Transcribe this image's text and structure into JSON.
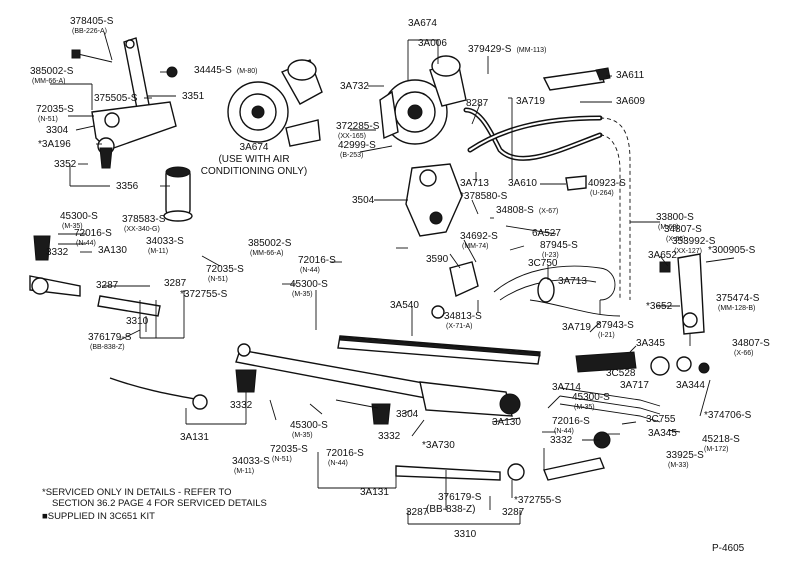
{
  "callouts": [
    {
      "id": "c1",
      "part": "378405-S",
      "spec": "(BB-226-A)"
    },
    {
      "id": "c2",
      "part": "3A674",
      "spec": ""
    },
    {
      "id": "c3",
      "part": "3A006",
      "spec": ""
    },
    {
      "id": "c4",
      "part": "379429-S",
      "spec": "(MM-113)"
    },
    {
      "id": "c5",
      "part": "34445-S",
      "spec": "(M-80)"
    },
    {
      "id": "c6",
      "part": "385002-S",
      "spec": "(MM-66-A)"
    },
    {
      "id": "c7",
      "part": "375505-S",
      "spec": ""
    },
    {
      "id": "c8",
      "part": "3351",
      "spec": ""
    },
    {
      "id": "c9",
      "part": "3A732",
      "spec": ""
    },
    {
      "id": "c10",
      "part": "8287",
      "spec": ""
    },
    {
      "id": "c11",
      "part": "3A719",
      "spec": ""
    },
    {
      "id": "c12",
      "part": "3A611",
      "spec": ""
    },
    {
      "id": "c13",
      "part": "3A609",
      "spec": ""
    },
    {
      "id": "c14",
      "part": "72035-S",
      "spec": "(N-51)"
    },
    {
      "id": "c15",
      "part": "3304",
      "spec": ""
    },
    {
      "id": "c16",
      "part": "*3A196",
      "spec": ""
    },
    {
      "id": "c17",
      "part": "372285-S",
      "spec": "(XX-165)"
    },
    {
      "id": "c18",
      "part": "42999-S",
      "spec": "(B-253)"
    },
    {
      "id": "c19",
      "part": "3352",
      "spec": ""
    },
    {
      "id": "c20",
      "part": "3356",
      "spec": ""
    },
    {
      "id": "c21",
      "part": "3A713",
      "spec": ""
    },
    {
      "id": "c22",
      "part": "3A610",
      "spec": ""
    },
    {
      "id": "c23",
      "part": "40923-S",
      "spec": "(U-264)"
    },
    {
      "id": "c24",
      "part": "3504",
      "spec": ""
    },
    {
      "id": "c25",
      "part": "*378580-S",
      "spec": ""
    },
    {
      "id": "c26",
      "part": "34808-S",
      "spec": "(X-67)"
    },
    {
      "id": "c27",
      "part": "45300-S",
      "spec": "(M-35)"
    },
    {
      "id": "c28",
      "part": "72016-S",
      "spec": "(N-44)"
    },
    {
      "id": "c29",
      "part": "378583-S",
      "spec": "(XX-340-G)"
    },
    {
      "id": "c30",
      "part": "34033-S",
      "spec": "(M-11)"
    },
    {
      "id": "c31",
      "part": "3332",
      "spec": ""
    },
    {
      "id": "c32",
      "part": "3A130",
      "spec": ""
    },
    {
      "id": "c33",
      "part": "6A527",
      "spec": ""
    },
    {
      "id": "c34",
      "part": "33800-S",
      "spec": "(M-63)"
    },
    {
      "id": "c35",
      "part": "34807-S",
      "spec": "(X-66)"
    },
    {
      "id": "c36",
      "part": "353992-S",
      "spec": "(XX-127)"
    },
    {
      "id": "c37",
      "part": "*300905-S",
      "spec": ""
    },
    {
      "id": "c38",
      "part": "385002-S",
      "spec": "(MM-66-A)"
    },
    {
      "id": "c39",
      "part": "34692-S",
      "spec": "(MM-74)"
    },
    {
      "id": "c40",
      "part": "87945-S",
      "spec": "(I-23)"
    },
    {
      "id": "c41",
      "part": "3A652",
      "spec": ""
    },
    {
      "id": "c42",
      "part": "72035-S",
      "spec": "(N-51)"
    },
    {
      "id": "c43",
      "part": "72016-S",
      "spec": "(N-44)"
    },
    {
      "id": "c44",
      "part": "3590",
      "spec": ""
    },
    {
      "id": "c45",
      "part": "3C750",
      "spec": ""
    },
    {
      "id": "c46",
      "part": "3287",
      "spec": ""
    },
    {
      "id": "c47",
      "part": "3287",
      "spec": ""
    },
    {
      "id": "c48",
      "part": "*372755-S",
      "spec": ""
    },
    {
      "id": "c49",
      "part": "3310",
      "spec": ""
    },
    {
      "id": "c50",
      "part": "45300-S",
      "spec": "(M-35)"
    },
    {
      "id": "c51",
      "part": "3A540",
      "spec": ""
    },
    {
      "id": "c52",
      "part": "34813-S",
      "spec": "(X-71-A)"
    },
    {
      "id": "c53",
      "part": "87943-S",
      "spec": "(I-21)"
    },
    {
      "id": "c54",
      "part": "3A719",
      "spec": ""
    },
    {
      "id": "c55",
      "part": "3A713",
      "spec": ""
    },
    {
      "id": "c56",
      "part": "375474-S",
      "spec": "(MM-128-B)"
    },
    {
      "id": "c57",
      "part": "*3652",
      "spec": ""
    },
    {
      "id": "c58",
      "part": "376179-S",
      "spec": "(BB-838-Z)"
    },
    {
      "id": "c59",
      "part": "3A345",
      "spec": ""
    },
    {
      "id": "c60",
      "part": "34807-S",
      "spec": "(X-66)"
    },
    {
      "id": "c61",
      "part": "3C528",
      "spec": ""
    },
    {
      "id": "c62",
      "part": "3A717",
      "spec": ""
    },
    {
      "id": "c63",
      "part": "3A344",
      "spec": ""
    },
    {
      "id": "c64",
      "part": "3A714",
      "spec": ""
    },
    {
      "id": "c65",
      "part": "3332",
      "spec": ""
    },
    {
      "id": "c66",
      "part": "3304",
      "spec": ""
    },
    {
      "id": "c67",
      "part": "3A131",
      "spec": ""
    },
    {
      "id": "c68",
      "part": "3A130",
      "spec": ""
    },
    {
      "id": "c69",
      "part": "45300-S",
      "spec": "(M-35)"
    },
    {
      "id": "c70",
      "part": "3C755",
      "spec": ""
    },
    {
      "id": "c71",
      "part": "*374706-S",
      "spec": ""
    },
    {
      "id": "c72",
      "part": "45300-S",
      "spec": "(M-35)"
    },
    {
      "id": "c73",
      "part": "3332",
      "spec": ""
    },
    {
      "id": "c74",
      "part": "72016-S",
      "spec": "(N-44)"
    },
    {
      "id": "c75",
      "part": "3A345",
      "spec": ""
    },
    {
      "id": "c76",
      "part": "45218-S",
      "spec": "(M-172)"
    },
    {
      "id": "c77",
      "part": "72016-S",
      "spec": "(N-44)"
    },
    {
      "id": "c78",
      "part": "*3A730",
      "spec": ""
    },
    {
      "id": "c79",
      "part": "72035-S",
      "spec": "(N-51)"
    },
    {
      "id": "c80",
      "part": "3332",
      "spec": ""
    },
    {
      "id": "c81",
      "part": "33925-S",
      "spec": "(M-33)"
    },
    {
      "id": "c82",
      "part": "34033-S",
      "spec": "(M-11)"
    },
    {
      "id": "c83",
      "part": "3A131",
      "spec": ""
    },
    {
      "id": "c84",
      "part": "376179-S",
      "spec": ""
    },
    {
      "id": "c85",
      "part": "(BB-838-Z)",
      "spec": ""
    },
    {
      "id": "c86",
      "part": "*372755-S",
      "spec": ""
    },
    {
      "id": "c87",
      "part": "3287",
      "spec": ""
    },
    {
      "id": "c88",
      "part": "3287",
      "spec": ""
    },
    {
      "id": "c89",
      "part": "3310",
      "spec": ""
    }
  ],
  "inset_caption": [
    "3A674",
    "(USE WITH AIR",
    "CONDITIONING ONLY)"
  ],
  "footnotes": [
    "*SERVICED ONLY IN DETAILS - REFER TO",
    "SECTION 36.2 PAGE 4 FOR SERVICED DETAILS",
    "■SUPPLIED IN 3C651 KIT"
  ],
  "figure_id": "P-4605"
}
